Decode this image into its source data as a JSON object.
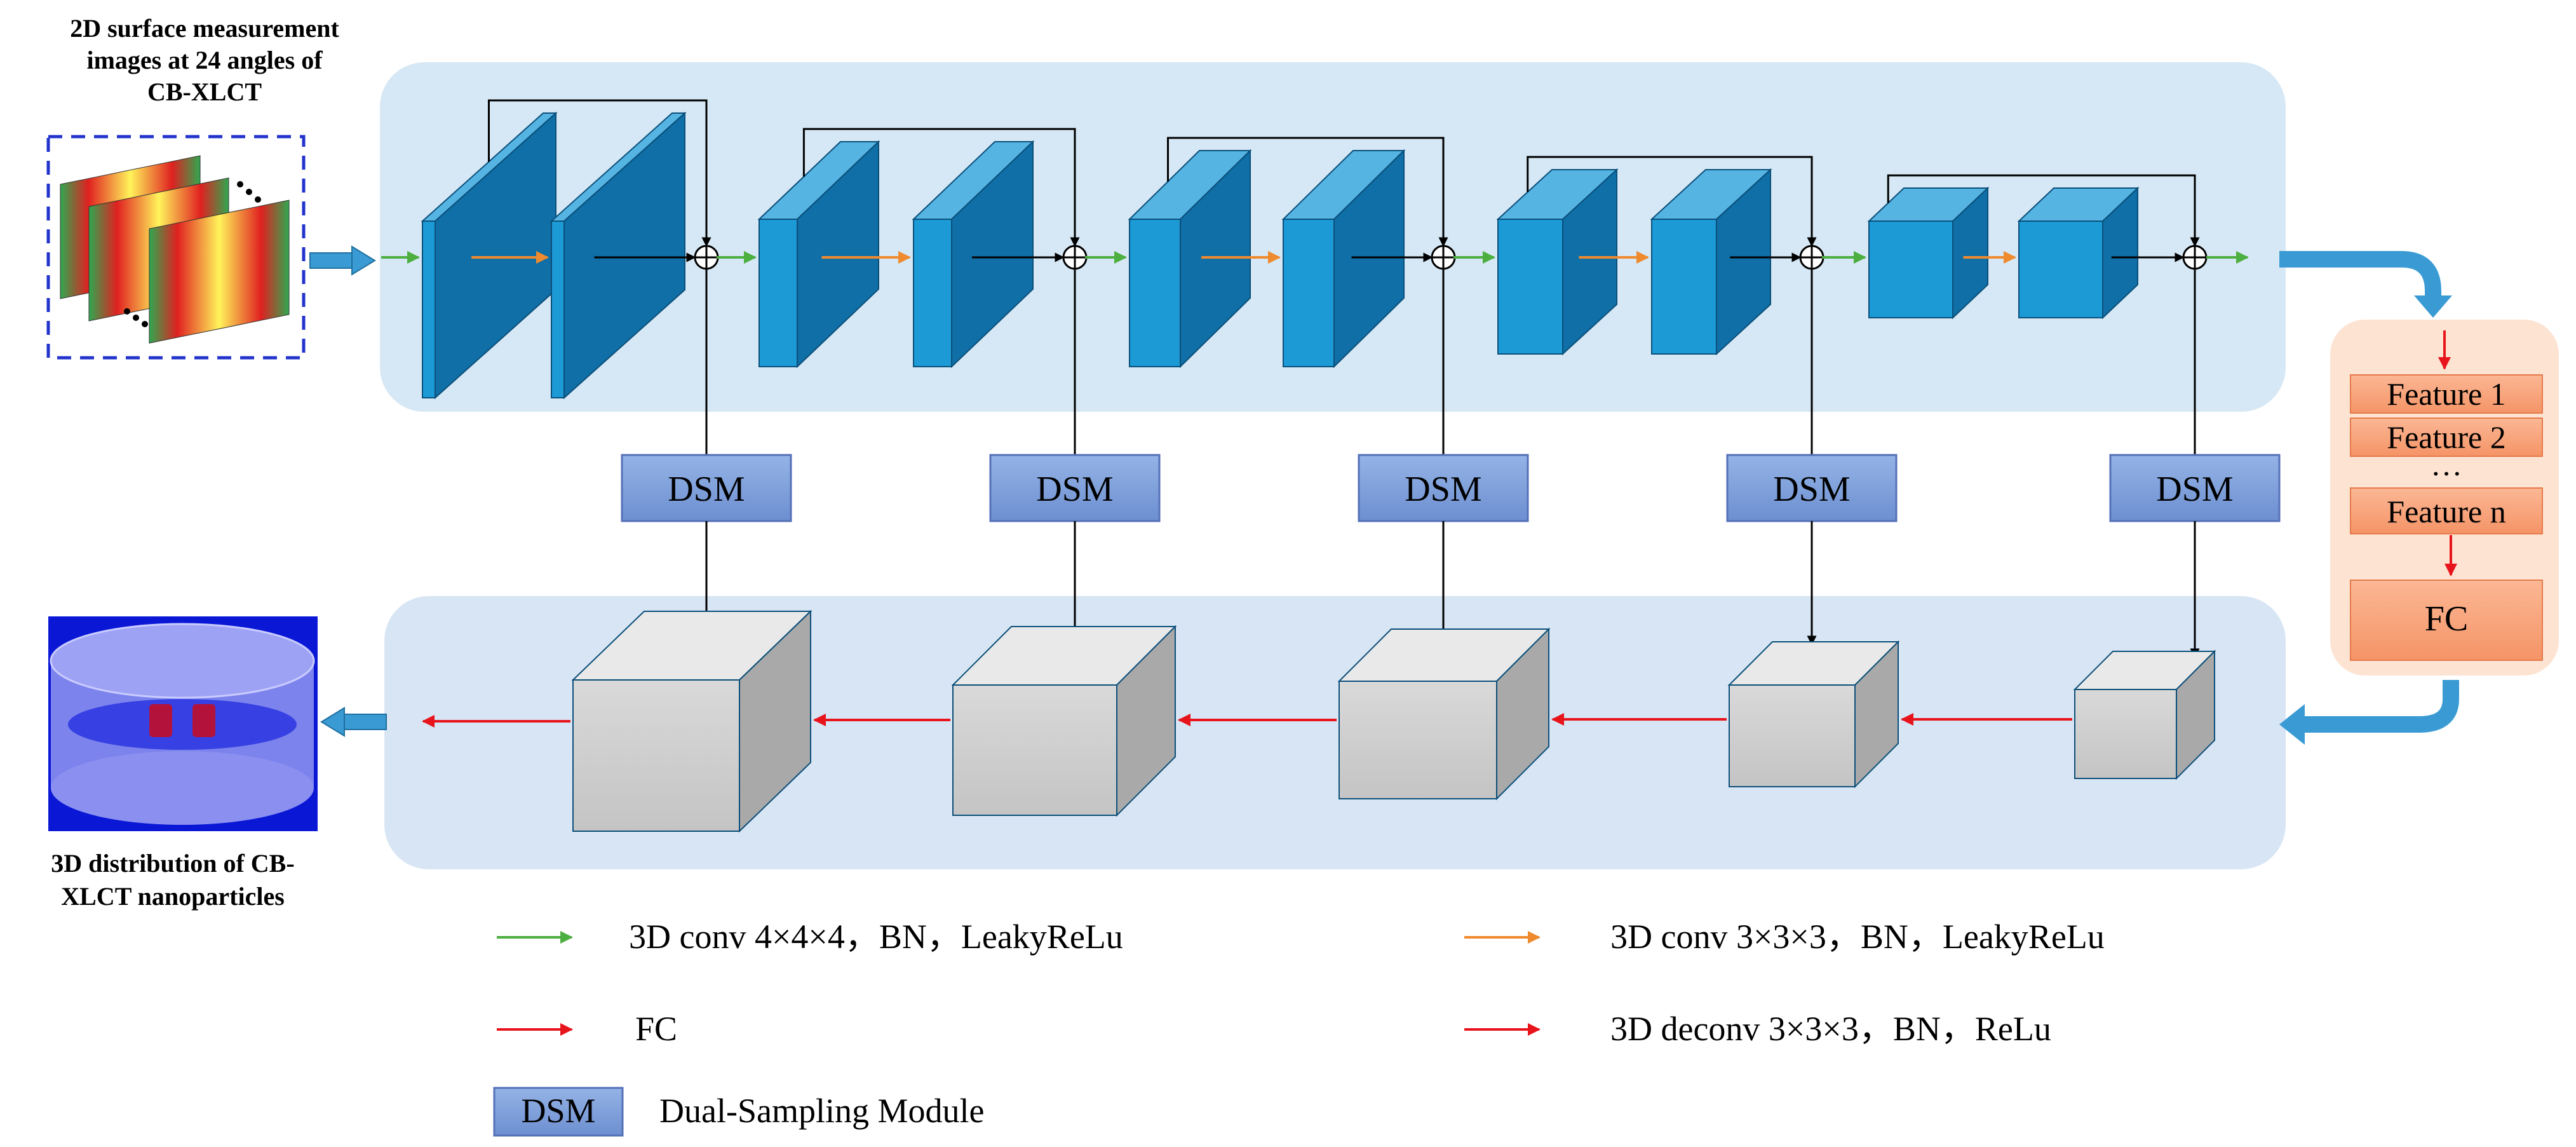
{
  "input": {
    "title_lines": [
      "2D surface measurement",
      "images at 24 angles of",
      "CB-XLCT"
    ]
  },
  "output": {
    "title_lines": [
      "3D distribution of CB-",
      "XLCT nanoparticles"
    ]
  },
  "dsm_label": "DSM",
  "feature_panel": {
    "features": [
      "Feature 1",
      "Feature 2",
      "Feature n"
    ],
    "ellipsis": "…",
    "fc_label": "FC"
  },
  "legend": {
    "items": [
      {
        "label": "3D conv 4×4×4，BN，LeakyReLu",
        "color": "#4caf3f"
      },
      {
        "label": "3D conv 3×3×3，BN，LeakyReLu",
        "color": "#ef8a2e"
      },
      {
        "label": "FC",
        "color": "#e8141c"
      },
      {
        "label": "3D deconv 3×3×3，BN，ReLu",
        "color": "#e8141c"
      }
    ],
    "dsm_box_label": "DSM",
    "dsm_desc": "Dual-Sampling Module"
  },
  "colors": {
    "encoder_bg": "#d6e8f5",
    "decoder_bg": "#d8e5f4",
    "block_front": "#1c9ad6",
    "block_side": "#0f6fa6",
    "block_top": "#56b4e3",
    "dsm_fill": "#7f9fdb",
    "feature_fill": "#f7a27a",
    "panel_bg": "#fde3d2",
    "arrow_blue": "#3a9bd4"
  }
}
